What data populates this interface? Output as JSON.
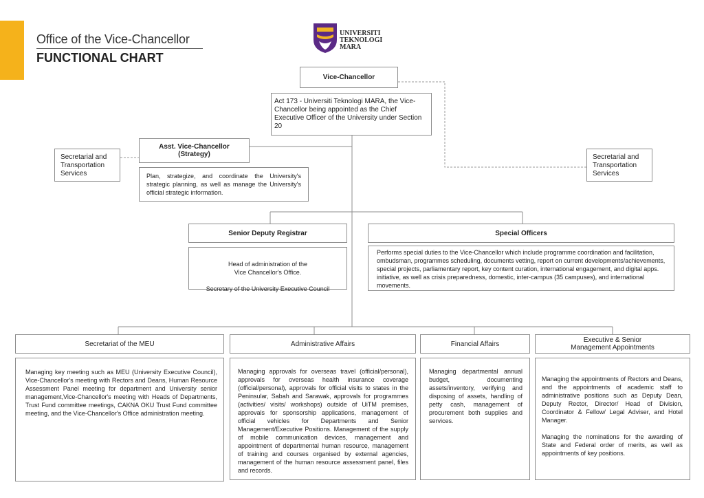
{
  "header": {
    "title": "Office of the Vice-Chancellor",
    "subtitle": "FUNCTIONAL CHART"
  },
  "logo": {
    "lines": [
      "UNIVERSITI",
      "TEKNOLOGI",
      "MARA"
    ]
  },
  "colors": {
    "accent": "#F5B21B",
    "line": "#8c8c8c",
    "logo_purple": "#5b2a86",
    "logo_gold": "#f0b323"
  },
  "vc": {
    "title": "Vice-Chancellor",
    "description": "Act 173 - Universiti Teknologi MARA, the Vice-Chancellor being appointed as the Chief Executive Officer of the University under Section 20"
  },
  "avc": {
    "title": "Asst. Vice-Chancellor\n(Strategy)",
    "description": "Plan, strategize, and coordinate the University's strategic planning, as well as manage the University's official strategic information."
  },
  "secretarial_left": "Secretarial and Transportation Services",
  "secretarial_right": "Secretarial and Transportation Services",
  "sdr": {
    "title": "Senior Deputy Registrar",
    "description": "Head of administration of the\nVice Chancellor's Office.\n\nSecretary of the University Executive Council"
  },
  "special": {
    "title": "Special Officers",
    "description": "Performs special duties to the Vice-Chancellor which include programme coordination and facilitation, ombudsman, programmes scheduling, documents vetting, report on current developments/achievements, special projects, parliamentary report, key content curation, international engagement, and digital apps. initiative, as well as crisis preparedness, domestic, inter-campus (35 campuses), and international movements."
  },
  "units": [
    {
      "title": "Secretariat of the MEU",
      "description": "Managing key meeting such as MEU (University Executive Council), Vice-Chancellor's meeting with Rectors and Deans, Human Resource Assessment Panel meeting for department and University senior management,Vice-Chancellor's meeting with Heads of Departments, Trust Fund committee meetings, CAKNA OKU Trust Fund committee meeting, and the Vice-Chancellor's Office administration meeting."
    },
    {
      "title": "Administrative Affairs",
      "description": "Managing approvals for overseas travel (official/personal), approvals for overseas health insurance coverage (official/personal), approvals for official visits to states in the Peninsular, Sabah and Sarawak, approvals for programmes (activities/ visits/ workshops) outside of UiTM premises, approvals for sponsorship applications, management of official vehicles for Departments and Senior Management/Executive Positions. Management of the supply of mobile communication devices, management and appointment of departmental human resource, management of training and courses organised by external agencies,  management of the human resource assessment panel,  files and records."
    },
    {
      "title": "Financial Affairs",
      "description": "Managing departmental annual budget, documenting assets/inventory, verifying and disposing of assets, handling of petty cash, management of procurement both supplies and services."
    },
    {
      "title": "Executive & Senior\nManagement Appointments",
      "description": "Managing the appointments of Rectors and Deans, and the appointments of academic staff to administrative positions such as Deputy Dean, Deputy Rector, Director/ Head of Division, Coordinator & Fellow/ Legal Adviser, and Hotel Manager.\n\nManaging the nominations for the awarding of State and Federal order of merits, as well as appointments of key positions."
    }
  ]
}
